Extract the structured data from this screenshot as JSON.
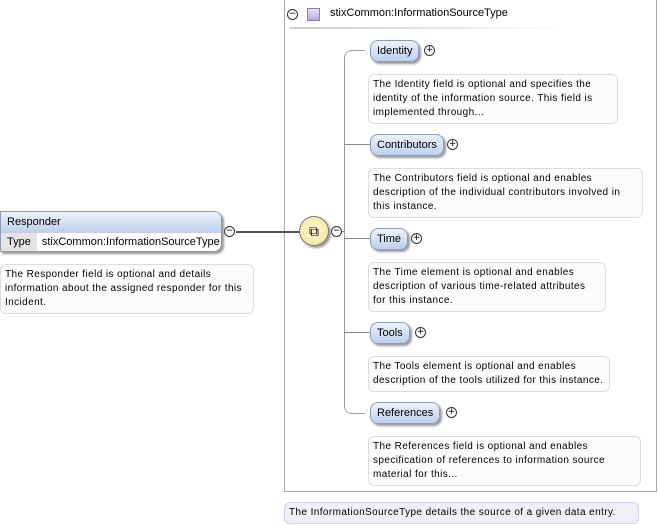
{
  "responder": {
    "name": "Responder",
    "type_label": "Type",
    "type_value": "stixCommon:InformationSourceType",
    "note": "The Responder field is optional and details information about the assigned responder for this Incident."
  },
  "type_box": {
    "title": "stixCommon:InformationSourceType",
    "note": "The InformationSourceType details the source of a given data entry."
  },
  "elements": [
    {
      "name": "Identity",
      "note": "The Identity field is optional and specifies the identity of the information source. This field is implemented through..."
    },
    {
      "name": "Contributors",
      "note": "The Contributors field is optional and enables description of the individual contributors involved in this instance."
    },
    {
      "name": "Time",
      "note": "The Time element is optional and enables description of various time-related attributes for this instance."
    },
    {
      "name": "Tools",
      "note": "The Tools element is optional and enables description of the tools utilized for this instance."
    },
    {
      "name": "References",
      "note": "The References field is optional and enables specification of references to information source material for this..."
    }
  ],
  "icons": {
    "collapse": "minus-circle-icon",
    "expand": "plus-circle-icon",
    "sequence": "sequence-compositor-icon",
    "complex_type": "complex-type-icon"
  },
  "colors": {
    "pill": "#bcd0ee",
    "type_square": "#c8b8e8",
    "sequence": "#fff3b0"
  }
}
